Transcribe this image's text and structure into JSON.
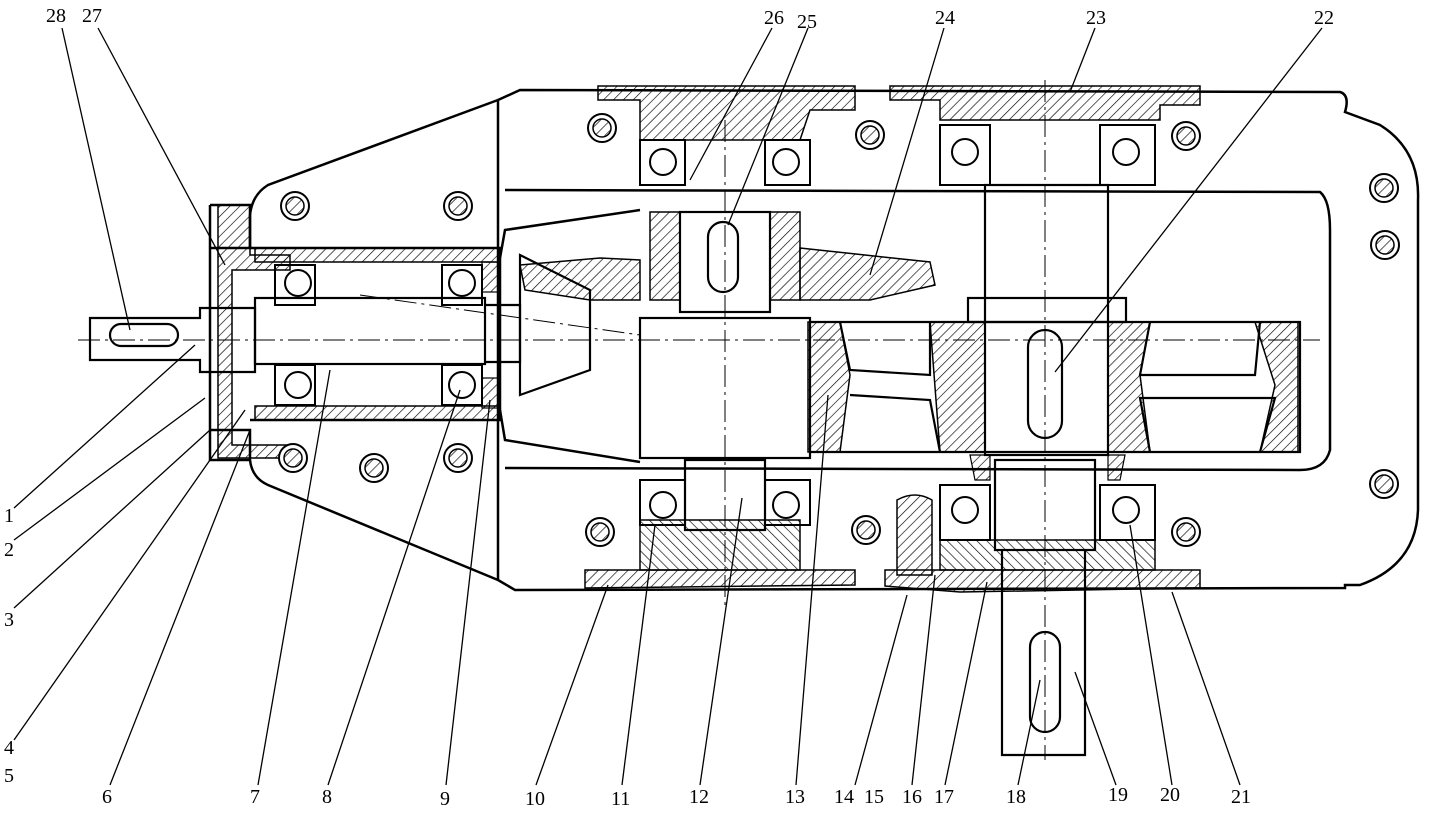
{
  "labels": {
    "p1": "1",
    "p2": "2",
    "p3": "3",
    "p4": "4",
    "p5": "5",
    "p6": "6",
    "p7": "7",
    "p8": "8",
    "p9": "9",
    "p10": "10",
    "p11": "11",
    "p12": "12",
    "p13": "13",
    "p14": "14",
    "p15": "15",
    "p16": "16",
    "p17": "17",
    "p18": "18",
    "p19": "19",
    "p20": "20",
    "p21": "21",
    "p22": "22",
    "p23": "23",
    "p24": "24",
    "p25": "25",
    "p26": "26",
    "p27": "27",
    "p28": "28"
  },
  "colors": {
    "line": "#000000",
    "hatch": "#000000",
    "paper": "#ffffff"
  }
}
